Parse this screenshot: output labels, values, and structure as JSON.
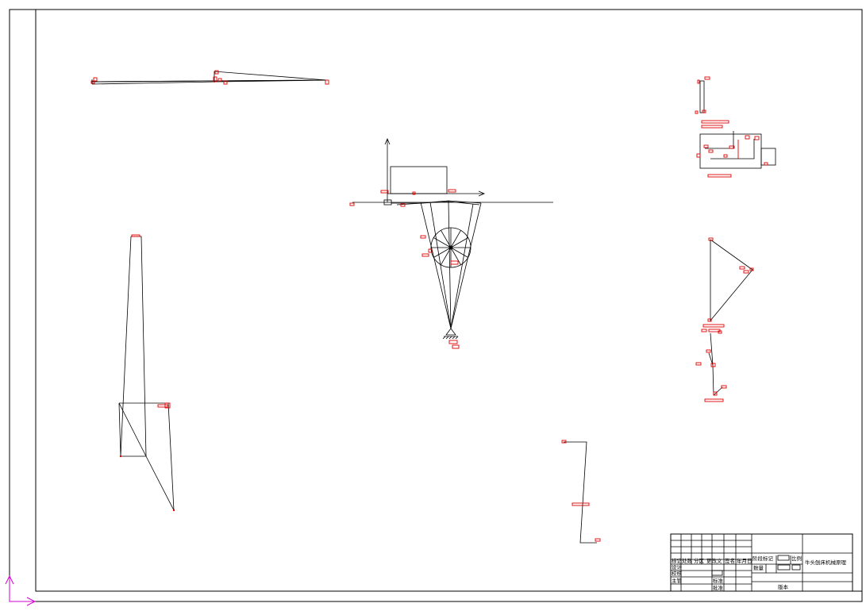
{
  "colors": {
    "line": "#000000",
    "dimension": "#e00000",
    "ucs": "#d000d0",
    "background": "#ffffff"
  },
  "title_block": {
    "drawing_title": "牛头刨床机械原理",
    "header_cells": {
      "mark": "标记",
      "count": "处数",
      "zone": "分区",
      "change_doc": "更改文",
      "signature": "签名",
      "date": "年月日"
    },
    "roles": {
      "design": "设计",
      "check": "校核",
      "supervise": "主管"
    },
    "cells": {
      "stage_mark": "阶段标记",
      "scale": "比例",
      "quantity": "数量",
      "standardize": "标准",
      "approve": "批准",
      "copy": "版本"
    }
  },
  "icons": {
    "ucs": "ucs-axes-icon",
    "pivot": "ground-pivot-icon"
  }
}
